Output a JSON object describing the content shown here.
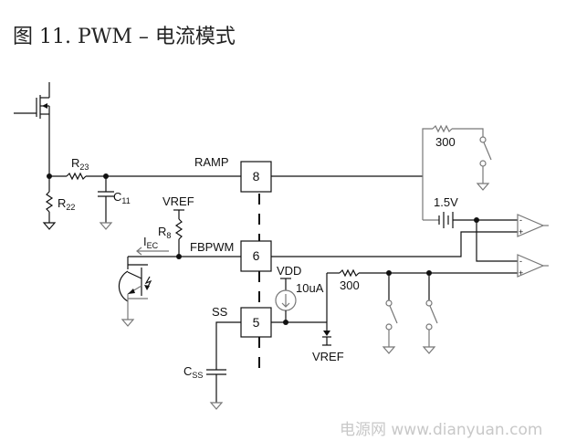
{
  "title": "图 11. PWM –  电流模式",
  "watermark": "电源网 www.dianyuan.com",
  "pins": {
    "ramp": {
      "number": "8",
      "label": "RAMP"
    },
    "fbpwm": {
      "number": "6",
      "label": "FBPWM"
    },
    "ss": {
      "number": "5",
      "label": "SS"
    }
  },
  "components": {
    "r23": {
      "name": "R",
      "sub": "23"
    },
    "r22": {
      "name": "R",
      "sub": "22"
    },
    "c11": {
      "name": "C",
      "sub": "11"
    },
    "r8": {
      "name": "R",
      "sub": "8"
    },
    "css": {
      "name": "C",
      "sub": "SS"
    },
    "iec": {
      "name": "I",
      "sub": "EC"
    },
    "vref_top": "VREF",
    "vref_bottom": "VREF",
    "vdd": "VDD",
    "current_source": "10uA",
    "r_top": "300",
    "r_bottom": "300",
    "battery": "1.5V"
  },
  "comparator_signs": {
    "minus": "-",
    "plus": "+"
  }
}
